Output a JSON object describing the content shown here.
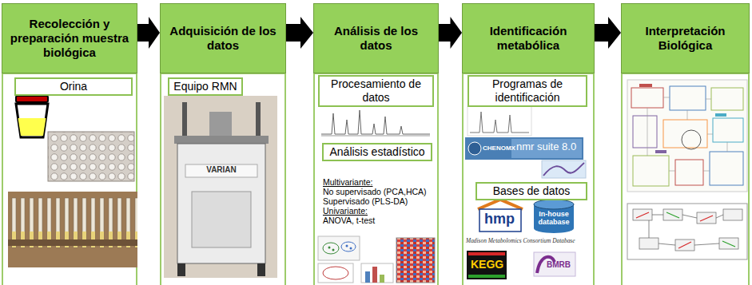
{
  "diagram": {
    "nodes": [
      {
        "text": [
          "Recolección y preparación muestra biológica"
        ]
      },
      {
        "text": [
          "Adquisición de los datos"
        ]
      },
      {
        "text": [
          "Análisis de los datos"
        ]
      },
      {
        "text": [
          "Identificación metabólica"
        ]
      },
      {
        "text": [
          "Interpretación Biológica"
        ]
      },
      {
        "text": [
          "Orina"
        ]
      },
      {
        "text": [
          "Equipo RMN"
        ]
      },
      {
        "text": [
          "Procesamiento de datos"
        ]
      },
      {
        "text": [
          "Análisis estadístico"
        ]
      },
      {
        "text": [
          "Programas de identificación"
        ]
      },
      {
        "text": [
          "Bases de datos"
        ]
      }
    ],
    "edges": [
      {
        "from": 0,
        "to": 1,
        "arrow": "to"
      },
      {
        "from": 1,
        "to": 2,
        "arrow": "to"
      },
      {
        "from": 2,
        "to": 3,
        "arrow": "to"
      },
      {
        "from": 3,
        "to": 4,
        "arrow": "to"
      }
    ],
    "labels": [
      "Multivariante:",
      "No supervisado (PCA,HCA)",
      "Supervisado (PLS-DA)",
      "Univariante:",
      "ANOVA, t-test",
      "VARIAN",
      "CHENOMX",
      "nmr suite 8.0",
      "hmp",
      "In-house database",
      "Madison Metabolomics Consortium Database",
      "KEGG",
      "BMRB"
    ]
  }
}
